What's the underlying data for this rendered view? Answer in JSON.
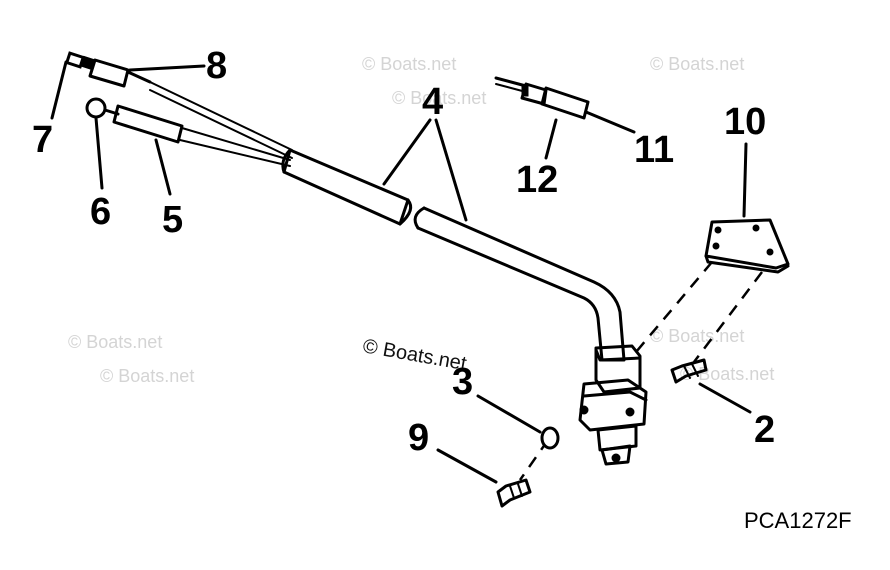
{
  "callouts": {
    "c2": "2",
    "c3": "3",
    "c4": "4",
    "c5": "5",
    "c6": "6",
    "c7": "7",
    "c8": "8",
    "c9": "9",
    "c10": "10",
    "c11": "11",
    "c12": "12"
  },
  "diagram_code": "PCA1272F",
  "watermarks": {
    "light": "© Boats.net",
    "dark": "© Boats.net"
  }
}
